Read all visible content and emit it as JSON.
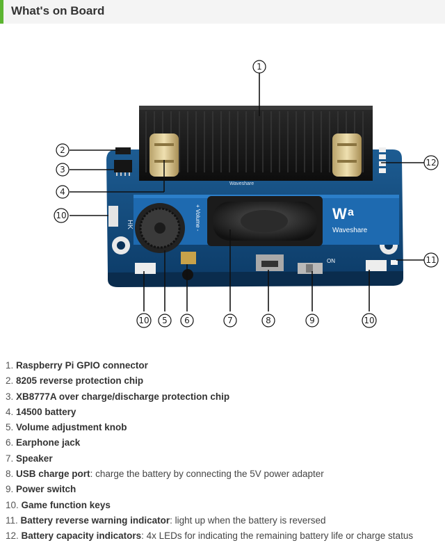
{
  "section": {
    "title": "What's on Board"
  },
  "board": {
    "brand_label": "Waveshare",
    "silk_labels": [
      "HK",
      "+ Volume -",
      "ON",
      "Waveshare"
    ]
  },
  "callouts": {
    "c1": "1",
    "c2": "2",
    "c3": "3",
    "c4": "4",
    "c5": "5",
    "c6": "6",
    "c7": "7",
    "c8": "8",
    "c9": "9",
    "c10a": "10",
    "c10b": "10",
    "c10c": "10",
    "c11": "11",
    "c12": "12"
  },
  "features": [
    {
      "num": "1.",
      "name": "Raspberry Pi GPIO connector",
      "desc": ""
    },
    {
      "num": "2.",
      "name": "8205 reverse protection chip",
      "desc": ""
    },
    {
      "num": "3.",
      "name": "XB8777A over charge/discharge protection chip",
      "desc": ""
    },
    {
      "num": "4.",
      "name": "14500 battery",
      "desc": ""
    },
    {
      "num": "5.",
      "name": "Volume adjustment knob",
      "desc": ""
    },
    {
      "num": "6.",
      "name": "Earphone jack",
      "desc": ""
    },
    {
      "num": "7.",
      "name": "Speaker",
      "desc": ""
    },
    {
      "num": "8.",
      "name": "USB charge port",
      "desc": ": charge the battery by connecting the 5V power adapter"
    },
    {
      "num": "9.",
      "name": "Power switch",
      "desc": ""
    },
    {
      "num": "10.",
      "name": "Game function keys",
      "desc": ""
    },
    {
      "num": "11.",
      "name": "Battery reverse warning indicator",
      "desc": ": light up when the battery is reversed"
    },
    {
      "num": "12.",
      "name": "Battery capacity indicators",
      "desc": ": 4x LEDs for indicating the remaining battery life or charge status"
    }
  ]
}
